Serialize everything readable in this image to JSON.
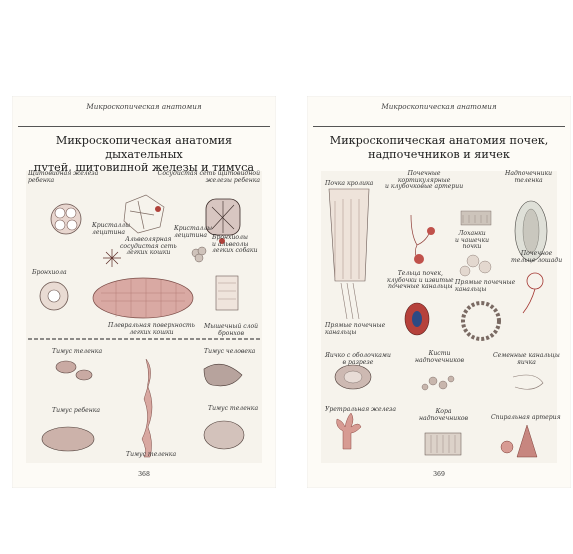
{
  "left_page": {
    "running_head": "Микроскопическая анатомия",
    "title_line1": "Микроскопическая анатомия дыхательных",
    "title_line2": "путей, щитовидной железы и тимуса",
    "labels": {
      "thyroid_l1": "Щитовидная железа",
      "thyroid_l2": "ребенка",
      "crystals_l1": "Кристаллы",
      "crystals_l2": "лецитина",
      "vascular_thyroid_l1": "Сосудистая сеть щитовидной",
      "vascular_thyroid_l2": "железы ребенка",
      "alveolar_l1": "Альвеолярная",
      "alveolar_l2": "сосудистая сеть",
      "alveolar_l3": "легких кошки",
      "crystals2_l1": "Кристаллы",
      "crystals2_l2": "лецитина",
      "bronchioles_l1": "Бронхиолы",
      "bronchioles_l2": "и альвеолы",
      "bronchioles_l3": "легких собаки",
      "bronchiole": "Бронхиола",
      "pleural_l1": "Плевральная поверхность",
      "pleural_l2": "легких кошки",
      "muscle_l1": "Мышечный слой",
      "muscle_l2": "бронхов",
      "thymus_calf1": "Тимус теленка",
      "thymus_human": "Тимус человека",
      "thymus_child": "Тимус ребенка",
      "thymus_calf2": "Тимус теленка",
      "thymus_calf3": "Тимус теленка"
    },
    "folio": "368"
  },
  "right_page": {
    "running_head": "Микроскопическая анатомия",
    "title_line1": "Микроскопическая анатомия почек,",
    "title_line2": "надпочечников и яичек",
    "labels": {
      "rabbit_kidney": "Почка кролика",
      "cortical_l1": "Почечные",
      "cortical_l2": "кортикулярные",
      "cortical_l3": "и клубочковые артерии",
      "adrenal_calf_l1": "Надпочечники",
      "adrenal_calf_l2": "теленка",
      "lobules_l1": "Лоханки",
      "lobules_l2": "и чашечки",
      "lobules_l3": "почки",
      "renal_body_l1": "Почечное",
      "renal_body_l2": "тельце лошади",
      "bodies_l1": "Тельца почек,",
      "bodies_l2": "клубочки и извитые",
      "bodies_l3": "почечные канальцы",
      "straight_l1": "Прямые почечные",
      "straight_l2": "канальцы",
      "straight2_l1": "Прямые почечные",
      "straight2_l2": "канальцы",
      "testis_l1": "Яичко с оболочками",
      "testis_l2": "в разрезе",
      "adrenal_vessels_l1": "Кисти",
      "adrenal_vessels_l2": "надпочечников",
      "seminal_l1": "Семенные канальцы",
      "seminal_l2": "яичка",
      "urethral": "Уретральная железа",
      "adrenal_cortex_l1": "Кора",
      "adrenal_cortex_l2": "надпочечников",
      "spiral_artery": "Спиральная артерия"
    },
    "folio": "369"
  },
  "colors": {
    "page_bg": "#fdfbf6",
    "plate_bg": "#f6f3ec",
    "tissue_pink": "#c98f8a",
    "tissue_red": "#b0413a",
    "ink": "#2a2a2a"
  }
}
